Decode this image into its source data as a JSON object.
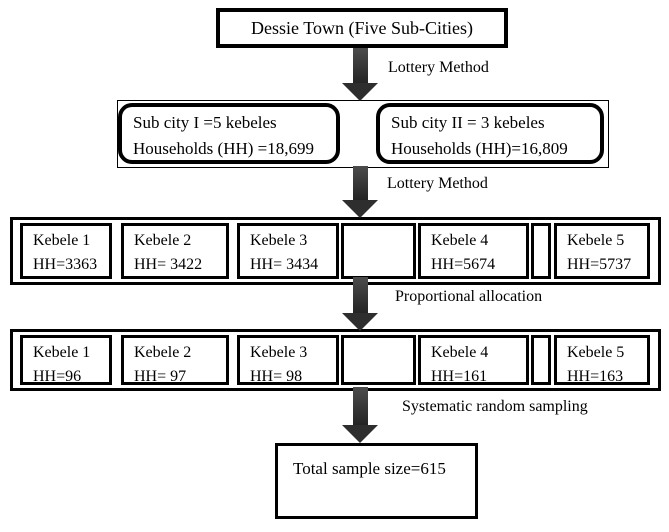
{
  "colors": {
    "border": "#000000",
    "arrow_dark": "#2e2e2e",
    "arrow_light": "#4c4c4c",
    "background": "#ffffff",
    "text": "#000000"
  },
  "root": {
    "title": "Dessie Town (Five Sub-Cities)"
  },
  "arrows": [
    {
      "label": "Lottery Method"
    },
    {
      "label": "Lottery Method"
    },
    {
      "label": "Proportional allocation"
    },
    {
      "label": "Systematic random sampling"
    }
  ],
  "subcities": [
    {
      "line1": "Sub city I =5 kebeles",
      "line2": "Households (HH) =18,699"
    },
    {
      "line1": "Sub city II = 3 kebeles",
      "line2": "Households (HH)=16,809"
    }
  ],
  "kebele_rows": [
    {
      "cells": [
        {
          "name": "Kebele 1",
          "hh": "HH=3363"
        },
        {
          "name": "Kebele 2",
          "hh": "HH= 3422"
        },
        {
          "name": "Kebele 3",
          "hh": "HH= 3434"
        },
        {
          "name": "Kebele 4",
          "hh": "HH=5674"
        },
        {
          "name": "Kebele 5",
          "hh": "HH=5737"
        }
      ]
    },
    {
      "cells": [
        {
          "name": "Kebele 1",
          "hh": "HH=96"
        },
        {
          "name": "Kebele 2",
          "hh": "HH= 97"
        },
        {
          "name": "Kebele 3",
          "hh": "HH= 98"
        },
        {
          "name": "Kebele 4",
          "hh": "HH=161"
        },
        {
          "name": "Kebele 5",
          "hh": "HH=163"
        }
      ]
    }
  ],
  "total": {
    "label": "Total sample size=615"
  }
}
